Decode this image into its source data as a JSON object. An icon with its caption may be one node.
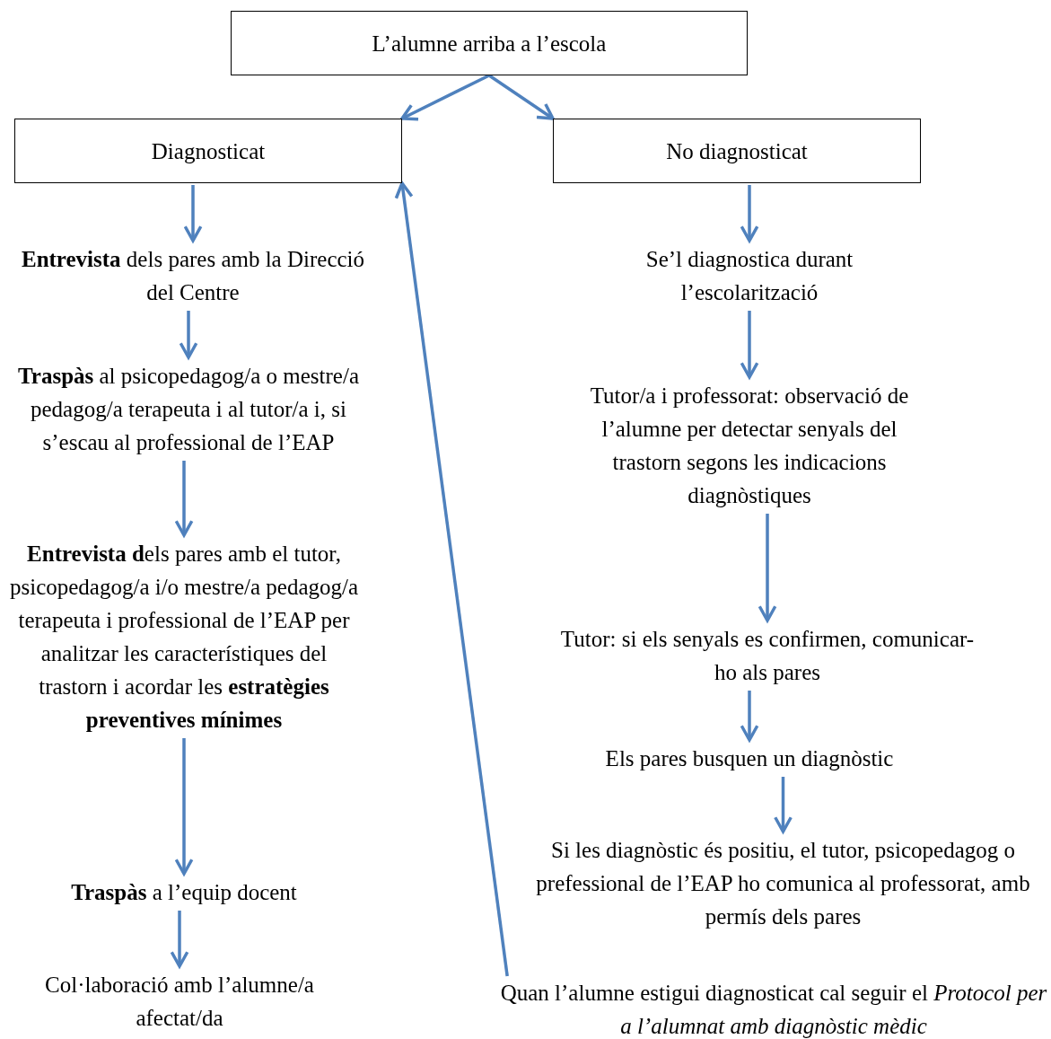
{
  "diagram": {
    "nodes": [
      {
        "text": [
          "L’alumne arriba a l’escola"
        ]
      },
      {
        "text": [
          "Diagnosticat"
        ]
      },
      {
        "text": [
          "No diagnosticat"
        ]
      },
      {
        "text": [
          "**Entrevista** dels pares amb la Direcció del Centre"
        ]
      },
      {
        "text": [
          "**Traspàs** al psicopedagog/a o mestre/a pedagog/a terapeuta i al tutor/a i, si s’escau al professional de l’EAP"
        ]
      },
      {
        "text": [
          "**Entrevista d**els pares amb el tutor, psicopedagog/a i/o mestre/a pedagog/a terapeuta i professional de l’EAP per analitzar les característiques del trastorn i acordar les **estratègies preventives mínimes**"
        ]
      },
      {
        "text": [
          "**Traspàs** a l’equip docent"
        ]
      },
      {
        "text": [
          "Col·laboració amb l’alumne/a afectat/da"
        ]
      },
      {
        "text": [
          "Se’l diagnostica durant l’escolarització"
        ]
      },
      {
        "text": [
          "Tutor/a i professorat: observació de l’alumne per detectar senyals del trastorn segons les indicacions diagnòstiques"
        ]
      },
      {
        "text": [
          "Tutor: si els senyals es confirmen, comunicar-ho als pares"
        ]
      },
      {
        "text": [
          "Els pares busquen un diagnòstic"
        ]
      },
      {
        "text": [
          "Si les diagnòstic és positiu, el tutor, psicopedagog o prefessional de l’EAP ho comunica al professorat, amb permís dels pares"
        ]
      },
      {
        "text": [
          "Quan l’alumne estigui diagnosticat cal seguir el *Protocol per a l’alumnat amb diagnòstic mèdic*"
        ]
      }
    ],
    "edges": [
      {
        "from": 0,
        "to": 1,
        "arrow": "to"
      },
      {
        "from": 0,
        "to": 2,
        "arrow": "to"
      },
      {
        "from": 1,
        "to": 3,
        "arrow": "to"
      },
      {
        "from": 3,
        "to": 4,
        "arrow": "to"
      },
      {
        "from": 4,
        "to": 5,
        "arrow": "to"
      },
      {
        "from": 5,
        "to": 6,
        "arrow": "to"
      },
      {
        "from": 6,
        "to": 7,
        "arrow": "to"
      },
      {
        "from": 2,
        "to": 8,
        "arrow": "to"
      },
      {
        "from": 8,
        "to": 9,
        "arrow": "to"
      },
      {
        "from": 9,
        "to": 10,
        "arrow": "to"
      },
      {
        "from": 10,
        "to": 11,
        "arrow": "to"
      },
      {
        "from": 11,
        "to": 12,
        "arrow": "to"
      },
      {
        "from": 13,
        "to": 1,
        "arrow": "to"
      }
    ]
  }
}
